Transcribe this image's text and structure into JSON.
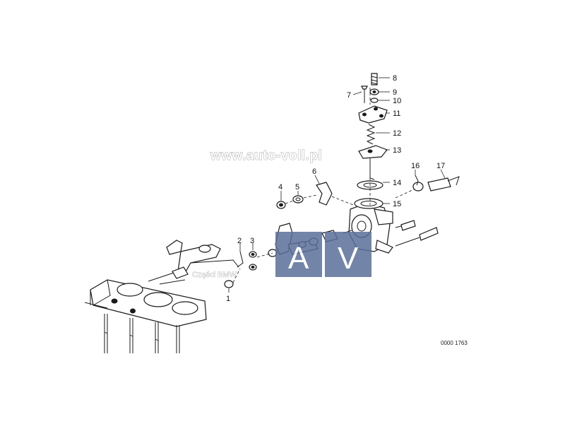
{
  "watermark": {
    "site": "www.auto-voll.pl",
    "logo_letters": [
      "A",
      "V"
    ],
    "logo_caption": "Części BMW",
    "logo_color": "#5a6f9a"
  },
  "diagram": {
    "code": "0000 1763",
    "callouts": [
      {
        "id": "1",
        "text": "1"
      },
      {
        "id": "2",
        "text": "2"
      },
      {
        "id": "3",
        "text": "3"
      },
      {
        "id": "4",
        "text": "4"
      },
      {
        "id": "5",
        "text": "5"
      },
      {
        "id": "6",
        "text": "6"
      },
      {
        "id": "7",
        "text": "7"
      },
      {
        "id": "8",
        "text": "8"
      },
      {
        "id": "9",
        "text": "9"
      },
      {
        "id": "10",
        "text": "10"
      },
      {
        "id": "11",
        "text": "11"
      },
      {
        "id": "12",
        "text": "12"
      },
      {
        "id": "13",
        "text": "13"
      },
      {
        "id": "14",
        "text": "14"
      },
      {
        "id": "15",
        "text": "15"
      },
      {
        "id": "16",
        "text": "16"
      },
      {
        "id": "17",
        "text": "17"
      }
    ]
  }
}
